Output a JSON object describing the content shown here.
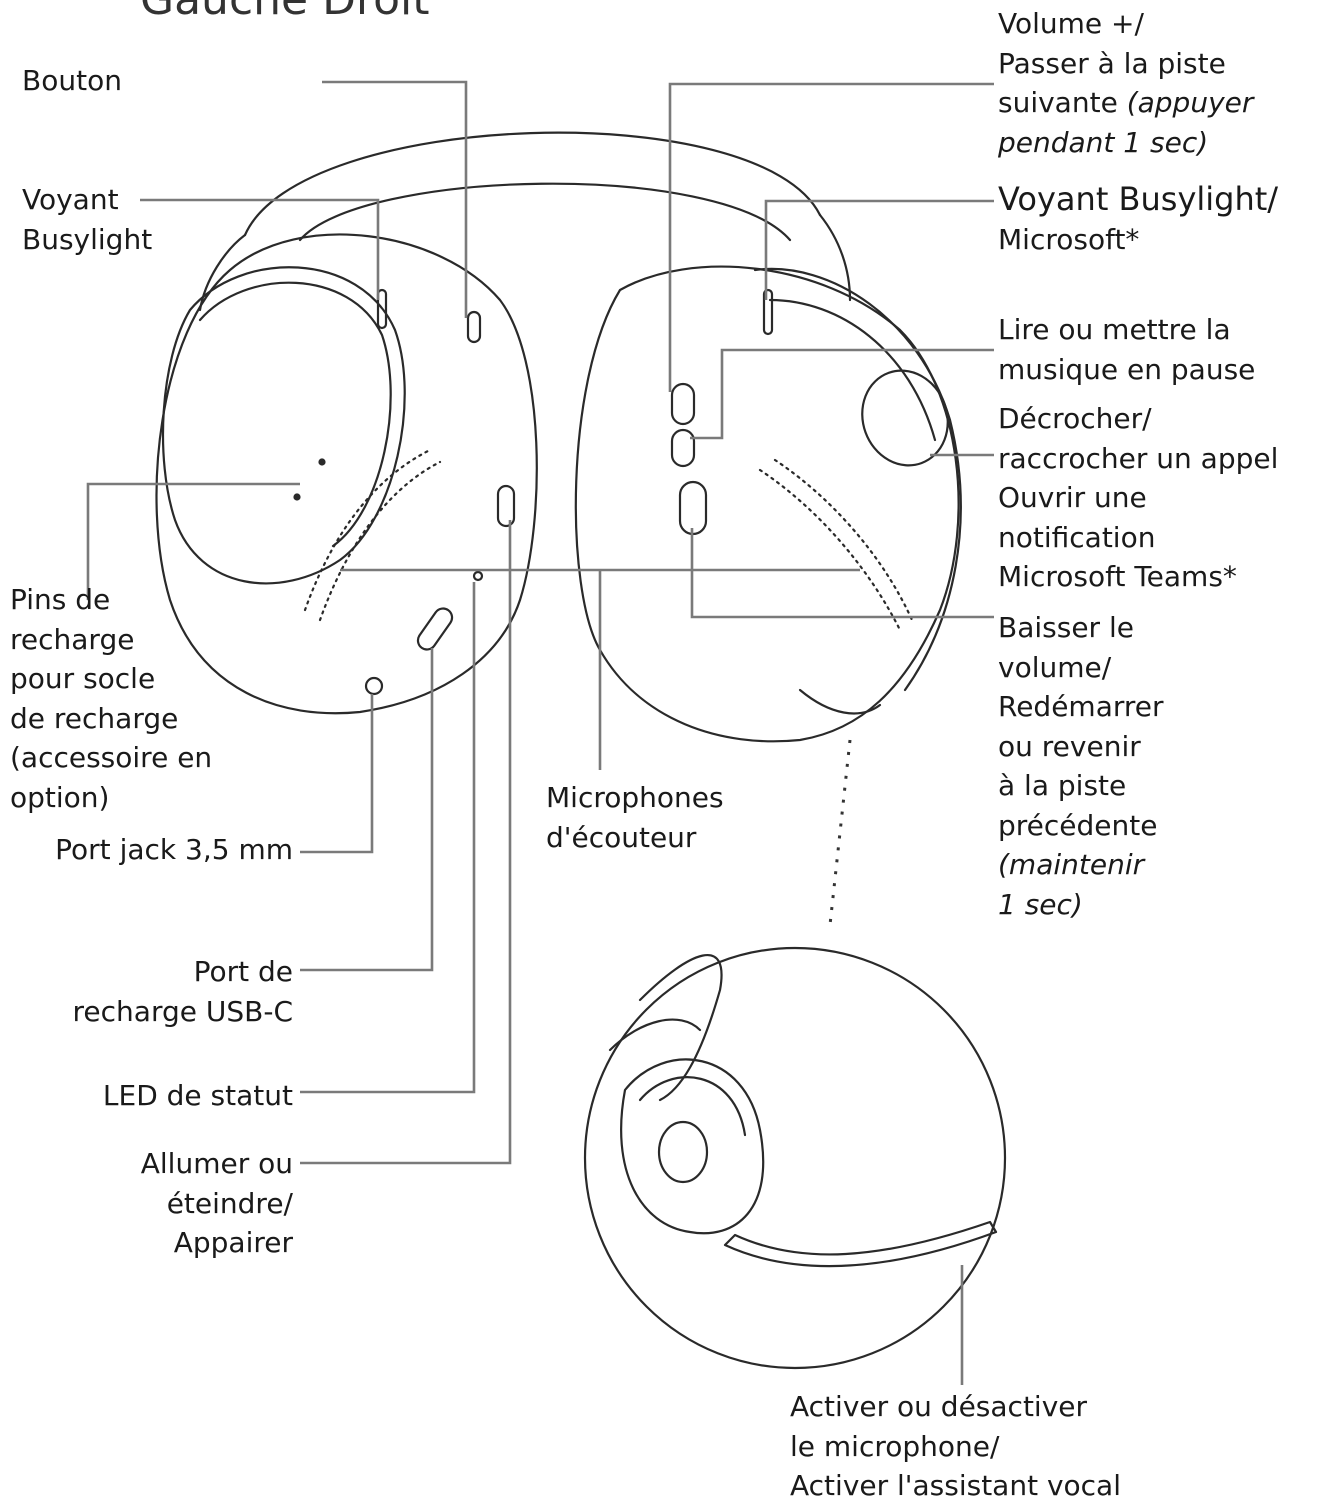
{
  "title_partial": "Gauche Droit",
  "labels": {
    "bouton": [
      "Bouton"
    ],
    "voyant_busylight_left": [
      "Voyant",
      "Busylight"
    ],
    "pins_recharge": [
      "Pins de",
      "recharge",
      "pour socle",
      "de recharge",
      "(accessoire en",
      "option)"
    ],
    "port_jack": [
      "Port jack 3,5 mm"
    ],
    "port_usbc": [
      "Port de",
      "recharge USB-C"
    ],
    "led_statut": [
      "LED de statut"
    ],
    "allumer": [
      "Allumer ou",
      "éteindre/",
      "Appairer"
    ],
    "microphones": [
      "Microphones",
      "d'écouteur"
    ],
    "volume_plus": {
      "lines": [
        "Volume +/",
        "Passer à la piste"
      ],
      "line3_normal": "suivante ",
      "line3_italic": "(appuyer",
      "line4_italic": "pendant 1 sec)"
    },
    "voyant_busylight_right": [
      "Voyant Busylight/",
      "Microsoft*"
    ],
    "lire_musique": [
      "Lire ou mettre la",
      "musique en pause"
    ],
    "decrocher": [
      "Décrocher/",
      "raccrocher un appel",
      "Ouvrir une",
      "notification",
      "Microsoft Teams*"
    ],
    "baisser_volume": {
      "lines": [
        "Baisser le",
        "volume/",
        "Redémarrer",
        "ou revenir",
        "à la piste",
        "précédente"
      ],
      "italic_lines": [
        "(maintenir",
        "1 sec)"
      ]
    },
    "activer_micro": [
      "Activer ou désactiver",
      "le microphone/",
      "Activer l'assistant vocal"
    ]
  },
  "colors": {
    "line": "#2a2a2a",
    "leader": "#7a7a7a",
    "text": "#1a1a1a"
  }
}
